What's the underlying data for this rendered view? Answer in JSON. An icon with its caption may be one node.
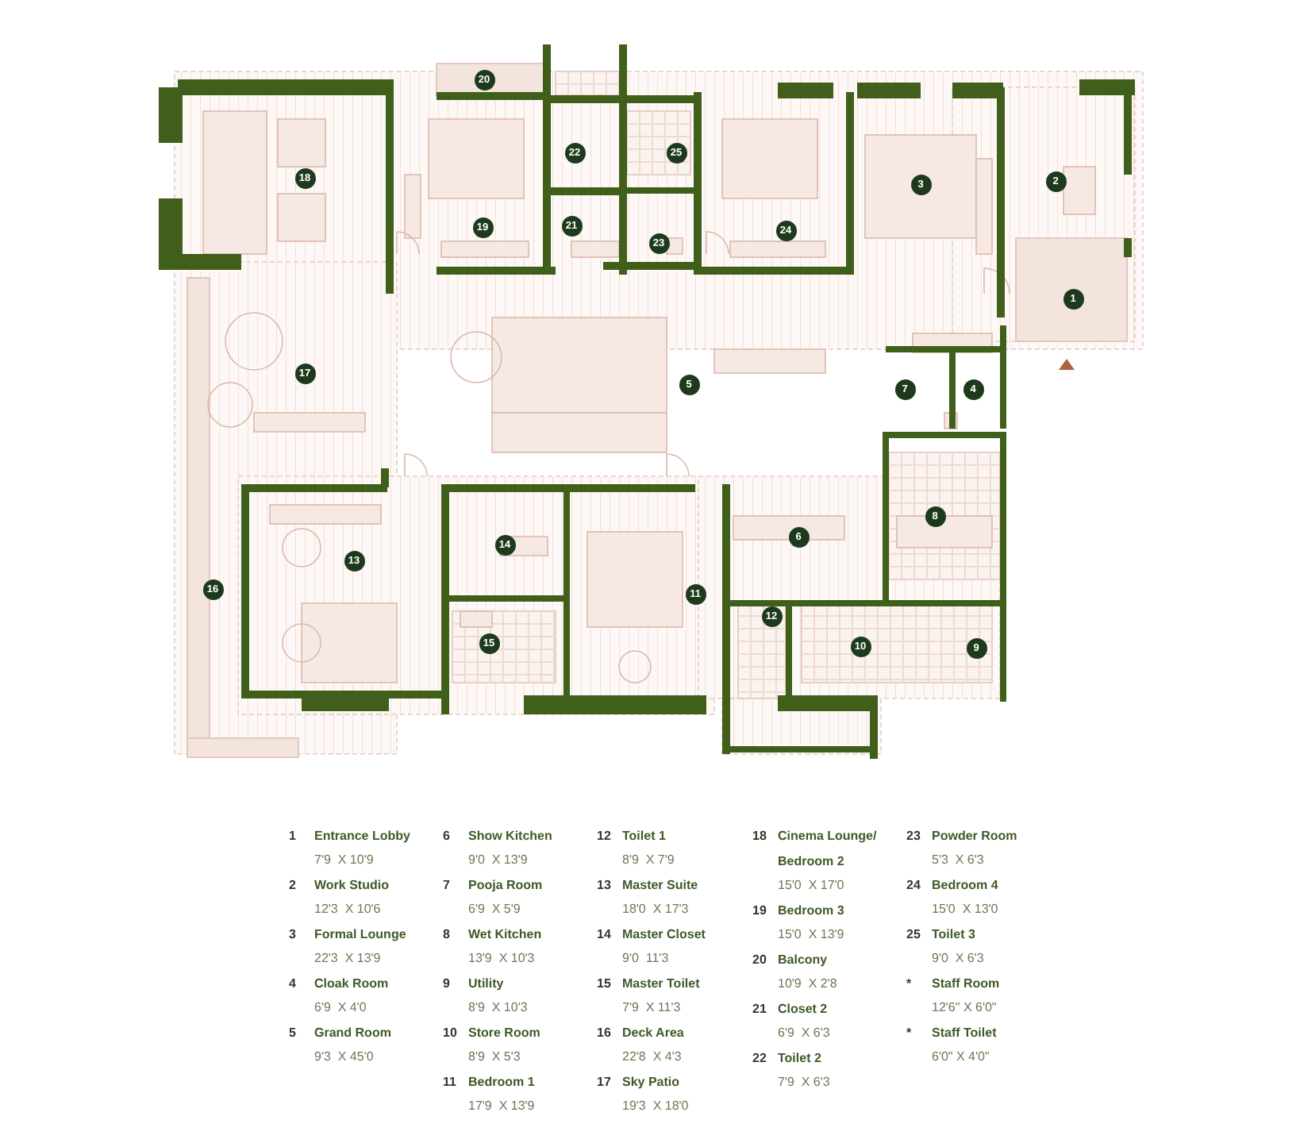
{
  "diagram": {
    "labels": [
      "20",
      "22",
      "25",
      "18",
      "2",
      "3",
      "19",
      "21",
      "24",
      "23",
      "1",
      "17",
      "5",
      "7",
      "4",
      "8",
      "6",
      "14",
      "13",
      "16",
      "11",
      "12",
      "15",
      "10",
      "9",
      "1",
      "Entrance Lobby",
      "7'9  X 10'9",
      "2",
      "Work Studio",
      "12'3  X 10'6",
      "3",
      "Formal Lounge",
      "22'3  X 13'9",
      "4",
      "Cloak Room",
      "6'9  X 4'0",
      "5",
      "Grand Room",
      "9'3  X 45'0",
      "6",
      "Show Kitchen",
      "9'0  X 13'9",
      "7",
      "Pooja Room",
      "6'9  X 5'9",
      "8",
      "Wet Kitchen",
      "13'9  X 10'3",
      "9",
      "Utility",
      "8'9  X 10'3",
      "10",
      "Store Room",
      "8'9  X 5'3",
      "11",
      "Bedroom 1",
      "17'9  X 13'9",
      "12",
      "Toilet 1",
      "8'9  X 7'9",
      "13",
      "Master Suite",
      "18'0  X 17'3",
      "14",
      "Master Closet",
      "9'0  11'3",
      "15",
      "Master Toilet",
      "7'9  X 11'3",
      "16",
      "Deck Area",
      "22'8  X 4'3",
      "17",
      "Sky Patio",
      "19'3  X 18'0",
      "18",
      "Cinema Lounge/ Bedroom 2",
      "15'0  X 17'0",
      "19",
      "Bedroom 3",
      "15'0  X 13'9",
      "20",
      "Balcony",
      "10'9  X 2'8",
      "21",
      "Closet 2",
      "6'9  X 6'3",
      "22",
      "Toilet 2",
      "7'9  X 6'3",
      "23",
      "Powder Room",
      "5'3  X 6'3",
      "24",
      "Bedroom 4",
      "15'0  X 13'0",
      "25",
      "Toilet 3",
      "9'0  X 6'3",
      "*",
      "Staff Room",
      "12'6\" X 6'0\"",
      "*",
      "Staff Toilet",
      "6'0\" X 4'0\""
    ]
  }
}
